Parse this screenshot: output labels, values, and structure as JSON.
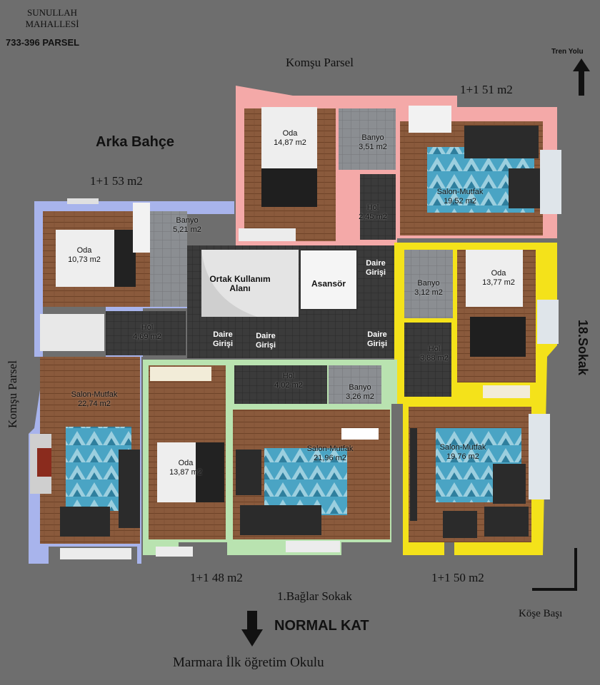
{
  "header": {
    "neighborhood_line1": "SUNULLAH",
    "neighborhood_line2": "MAHALLESİ",
    "parcel": "733-396 PARSEL"
  },
  "labels": {
    "komsu_parsel_top": "Komşu Parsel",
    "komsu_parsel_left": "Komşu Parsel",
    "tren_yolu": "Tren Yolu",
    "arka_bahce": "Arka Bahçe",
    "sokak_18": "18.Sokak",
    "baglar_sokak": "1.Bağlar Sokak",
    "normal_kat": "NORMAL KAT",
    "okul": "Marmara İlk öğretim Okulu",
    "kose_basi": "Köşe Başı"
  },
  "units": {
    "pink": "1+1 51 m2",
    "blue": "1+1 53 m2",
    "green": "1+1 48 m2",
    "yellow": "1+1 50 m2"
  },
  "rooms": {
    "pink_oda": {
      "name": "Oda",
      "area": "14,87 m2"
    },
    "pink_banyo": {
      "name": "Banyo",
      "area": "3,51 m2"
    },
    "pink_hol": {
      "name": "Hol",
      "area": "2,45 m2"
    },
    "pink_salon": {
      "name": "Salon-Mutfak",
      "area": "19,52 m2"
    },
    "blue_oda": {
      "name": "Oda",
      "area": "10,73 m2"
    },
    "blue_banyo": {
      "name": "Banyo",
      "area": "5,21 m2"
    },
    "blue_hol": {
      "name": "Hol",
      "area": "4,69 m2"
    },
    "blue_salon": {
      "name": "Salon-Mutfak",
      "area": "22,74 m2"
    },
    "green_hol": {
      "name": "Hol",
      "area": "4,02 m2"
    },
    "green_banyo": {
      "name": "Banyo",
      "area": "3,26 m2"
    },
    "green_oda": {
      "name": "Oda",
      "area": "13,87 m2"
    },
    "green_salon": {
      "name": "Salon-Mutfak",
      "area": "21,96 m2"
    },
    "yellow_banyo": {
      "name": "Banyo",
      "area": "3,12 m2"
    },
    "yellow_oda": {
      "name": "Oda",
      "area": "13,77 m2"
    },
    "yellow_hol": {
      "name": "Hol",
      "area": "3,88 m2"
    },
    "yellow_salon": {
      "name": "Salon-Mutfak",
      "area": "19,76 m2"
    }
  },
  "common": {
    "ortak_line1": "Ortak Kullanım",
    "ortak_line2": "Alanı",
    "asansor": "Asansör",
    "daire_line1": "Daire",
    "daire_line2": "Girişi"
  },
  "colors": {
    "pink": "#f4a9a8",
    "blue": "#a8b4ec",
    "green": "#b9e3b0",
    "yellow": "#f4e21a",
    "wood": "#8a5a3c",
    "background": "#6e6e6e"
  }
}
